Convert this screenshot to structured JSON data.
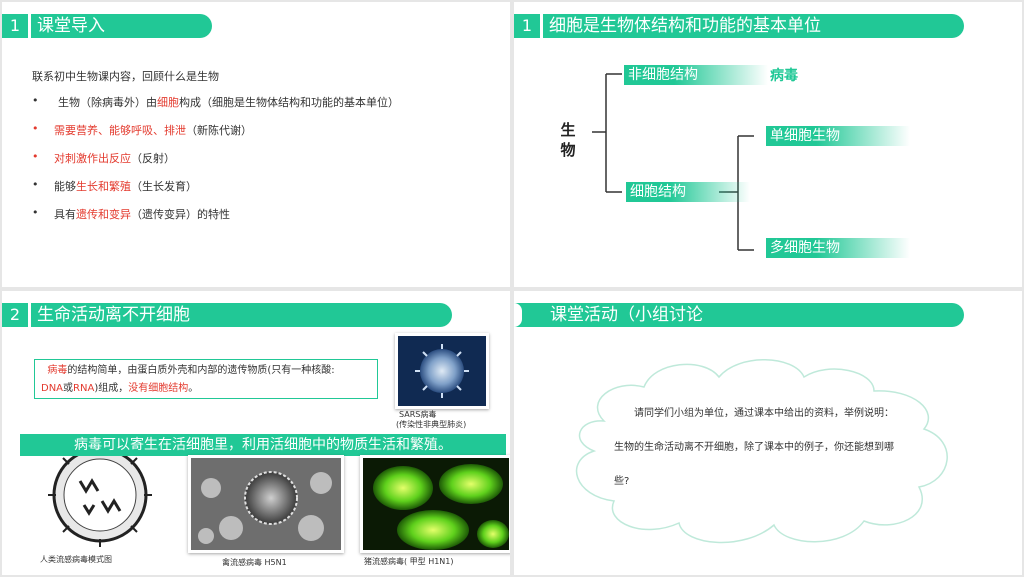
{
  "slide1": {
    "number": "1",
    "title": "课堂导入",
    "intro": "联系初中生物课内容，回顾什么是生物",
    "bullets": [
      {
        "dot": "•",
        "parts": [
          "生物（除病毒外）由",
          "细胞",
          "构成（细胞是生物体结构和功能的基本单位）"
        ]
      },
      {
        "dot": "•",
        "parts": [
          "需要营养、能够呼吸、排泄",
          "（新陈代谢）"
        ]
      },
      {
        "dot": "•",
        "parts": [
          "对刺激作出反应",
          "（反射）"
        ]
      },
      {
        "dot": "•",
        "parts": [
          "能够",
          "生长和繁殖",
          "（生长发育）"
        ]
      },
      {
        "dot": "•",
        "parts": [
          "具有",
          "遗传和变异",
          "（遗传变异）的特性"
        ]
      }
    ]
  },
  "slide2": {
    "number": "1",
    "title": "细胞是生物体结构和功能的基本单位",
    "root": "生物",
    "non_cell": "非细胞结构",
    "virus": "病毒",
    "cell": "细胞结构",
    "unicellular": "单细胞生物",
    "multicellular": "多细胞生物"
  },
  "slide3": {
    "number": "2",
    "title": "生命活动离不开细胞",
    "info_parts": [
      "病毒",
      "的结构简单，由蛋白质外壳和内部的遗传物质(只有一种核酸:",
      "DNA",
      "或",
      "RNA",
      ")组成，",
      "没有细胞结构",
      "。"
    ],
    "strip": "病毒可以寄生在活细胞里，利用活细胞中的物质生活和繁殖。",
    "sars_caption_1": "SARS病毒",
    "sars_caption_2": "(传染性非典型肺炎)",
    "caption_model": "人类流感病毒模式图",
    "caption_h5n1": "禽流感病毒 H5N1",
    "caption_h1n1": "猪流感病毒( 甲型 H1N1)"
  },
  "slide4": {
    "title": "课堂活动（小组讨论",
    "text": "请同学们小组为单位，通过课本中给出的资料，举例说明：生物的生命活动离不开细胞，除了课本中的例子，你还能想到哪些?"
  },
  "colors": {
    "accent": "#21c896",
    "highlight": "#e33a2e"
  }
}
